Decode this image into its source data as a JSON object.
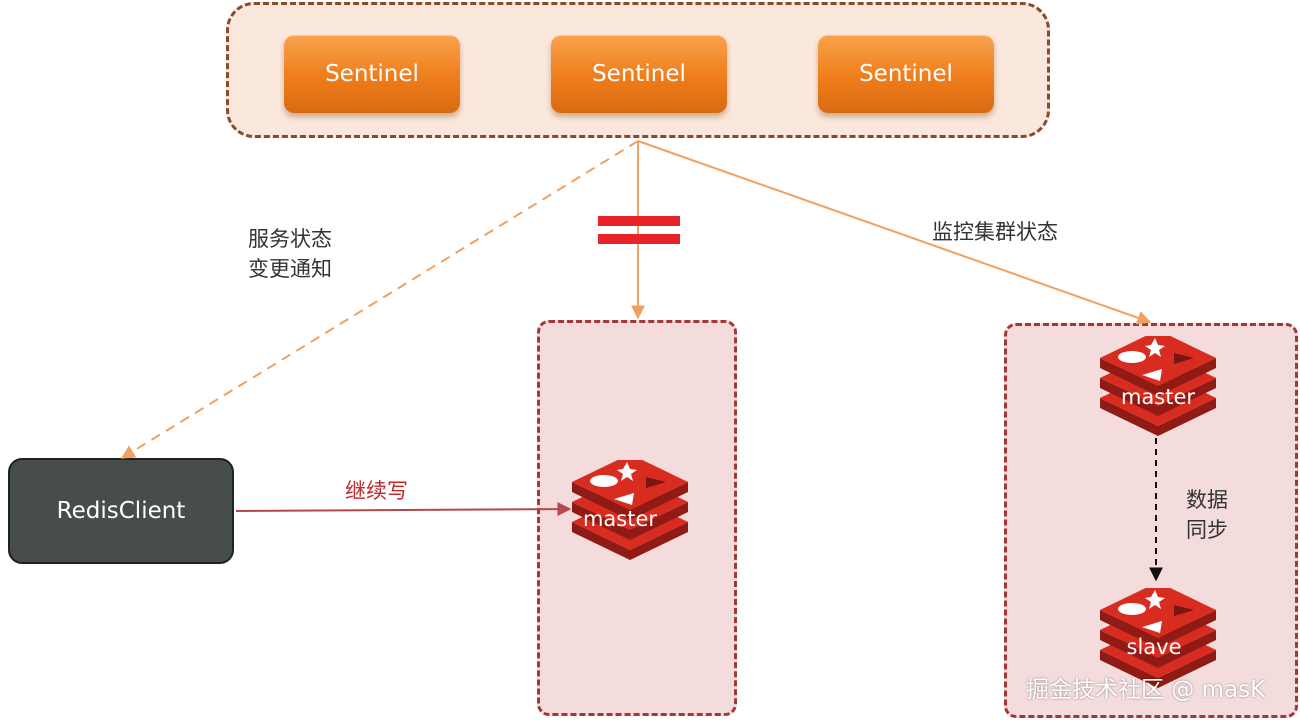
{
  "sentinels": [
    "Sentinel",
    "Sentinel",
    "Sentinel"
  ],
  "client": {
    "label": "RedisClient"
  },
  "labels": {
    "notify_line1": "服务状态",
    "notify_line2": "变更通知",
    "monitor": "监控集群状态",
    "continue_write": "继续写",
    "sync_line1": "数据",
    "sync_line2": "同步"
  },
  "nodes": {
    "old_master": "master",
    "new_master": "master",
    "slave": "slave"
  },
  "watermark": "掘金技术社区 @ masK",
  "colors": {
    "sentinel_orange": "#ee7d1b",
    "arrow_orange": "#f0a060",
    "redis_red": "#d82c20",
    "cluster_border": "#a5363a",
    "client_bg": "#464d4b"
  }
}
